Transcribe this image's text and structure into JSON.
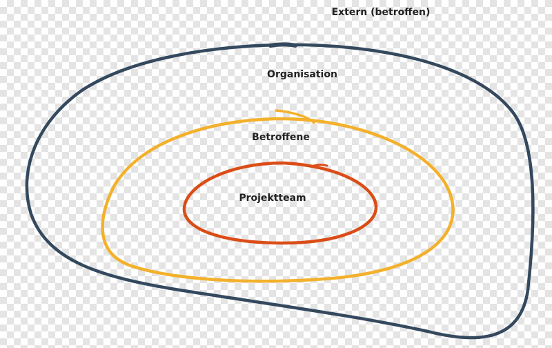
{
  "diagram": {
    "labels": {
      "extern": "Extern (betroffen)",
      "organisation": "Organisation",
      "betroffene": "Betroffene",
      "projektteam": "Projektteam"
    },
    "colors": {
      "organisation_ring": "#34495e",
      "betroffene_ring": "#f3b12b",
      "projektteam_ring": "#db4d17",
      "text": "#222222"
    }
  }
}
